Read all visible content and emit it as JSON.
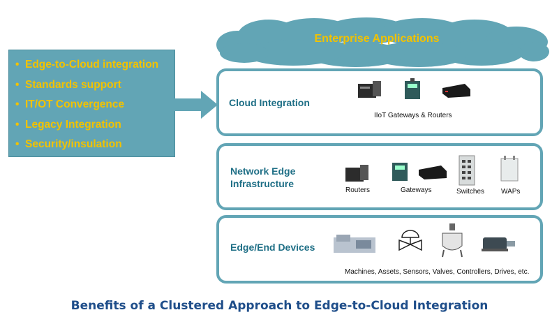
{
  "benefits": [
    "Edge-to-Cloud integration",
    "Standards support",
    "IT/OT Convergence",
    "Legacy Integration",
    "Security/insulation"
  ],
  "cloud": {
    "label": "Enterprise Applications"
  },
  "tiers": [
    {
      "title": "Cloud Integration",
      "icons": [
        "router-icon",
        "gateway-icon",
        "gateway-box-icon"
      ],
      "caption": "IIoT Gateways & Routers"
    },
    {
      "title_line1": "Network Edge",
      "title_line2": "Infrastructure",
      "labels": [
        "Routers",
        "Gateways",
        "Switches",
        "WAPs"
      ]
    },
    {
      "title": "Edge/End Devices",
      "icons": [
        "machine-icon",
        "valve-icon",
        "reactor-icon",
        "motor-icon"
      ],
      "caption": "Machines, Assets, Sensors, Valves, Controllers, Drives, etc."
    }
  ],
  "footer_title": "Benefits of a Clustered Approach to Edge-to-Cloud Integration",
  "colors": {
    "teal": "#62a5b5",
    "gold": "#f2c200",
    "title_blue": "#1f4e8a"
  }
}
